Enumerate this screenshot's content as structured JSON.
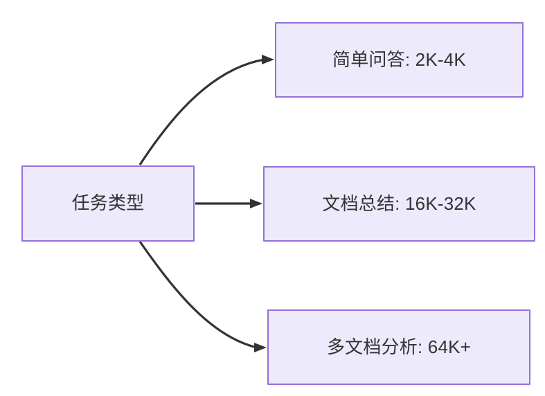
{
  "diagram": {
    "title": "任务类型",
    "background_color": "#ffffff",
    "node_fill_color": "#ECEAFB",
    "node_border_color": "#9370DB",
    "node_text_color": "#333333",
    "edge_color": "#333333",
    "root": {
      "label": "任务类型"
    },
    "branches": [
      {
        "label": "简单问答: 2K-4K",
        "task": "简单问答",
        "context_length": "2K-4K",
        "edge_style": "curved"
      },
      {
        "label": "文档总结: 16K-32K",
        "task": "文档总结",
        "context_length": "16K-32K",
        "edge_style": "straight"
      },
      {
        "label": "多文档分析: 64K+",
        "task": "多文档分析",
        "context_length": "64K+",
        "edge_style": "curved"
      }
    ]
  }
}
